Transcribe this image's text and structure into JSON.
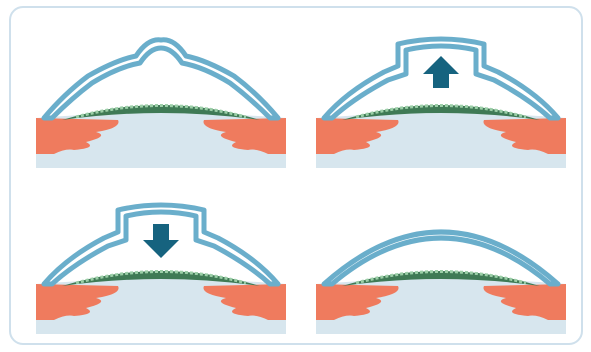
{
  "colors": {
    "frame_border": "#cfe0ec",
    "aqueous": "#d7e6ee",
    "cornea_fill": "#ffffff",
    "cornea_stroke": "#6aaecb",
    "lens_green": "#3f7a55",
    "lens_light": "#9ccfa8",
    "iris_salmon": "#ef7b5e",
    "arrow_blue": "#16637f"
  },
  "panels": [
    {
      "id": "peaked-cornea",
      "cornea": "peaked",
      "arrow": "none"
    },
    {
      "id": "flatten-lift",
      "cornea": "flattened",
      "arrow": "up"
    },
    {
      "id": "flatten-press",
      "cornea": "flattened",
      "arrow": "down"
    },
    {
      "id": "smooth-cornea",
      "cornea": "smooth",
      "arrow": "none"
    }
  ]
}
